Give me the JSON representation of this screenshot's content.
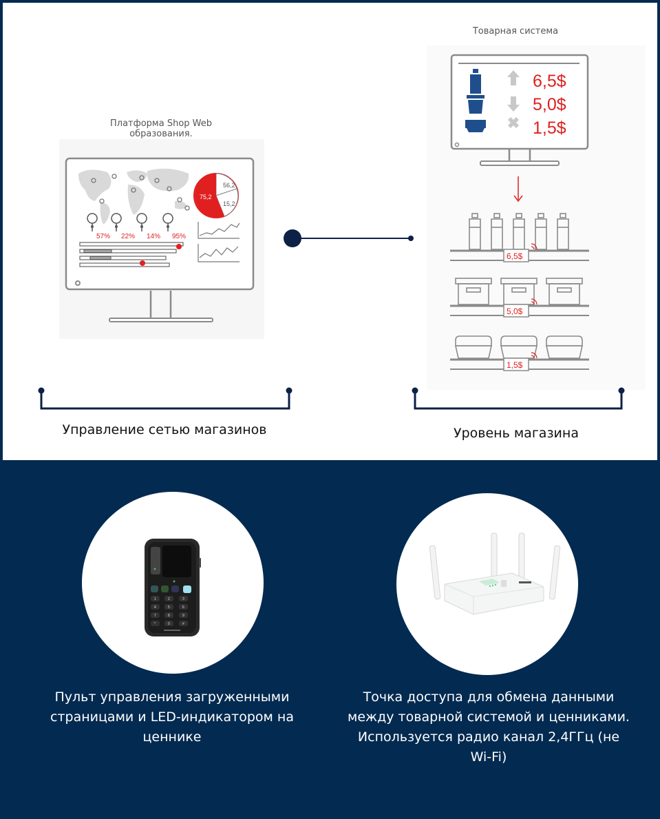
{
  "network": {
    "platform_caption_line1": "Платформа Shop Web",
    "platform_caption_line2": "образования.",
    "dashboard": {
      "donut_values": [
        "56,2",
        "75,2",
        "15,2"
      ],
      "pins": [
        "57%",
        "22%",
        "14%",
        "95%"
      ]
    },
    "label": "Управление сетью магазинов"
  },
  "store": {
    "system_caption": "Товарная система",
    "prices": [
      "6,5$",
      "5,0$",
      "1,5$"
    ],
    "shelf_tags": [
      "6,5$",
      "5,0$",
      "1,5$"
    ],
    "label": "Уровень магазина"
  },
  "devices": {
    "remote": {
      "description_line1": "Пульт управления загруженными",
      "description_line2": "страницами и LED-индикатором на",
      "description_line3": "ценнике",
      "keypad_keys": [
        "1",
        "2",
        "3",
        "4",
        "5",
        "6",
        "7",
        "8",
        "9",
        "*",
        "0",
        "#"
      ]
    },
    "access_point": {
      "description_line1": "Точка доступа для обмена данными",
      "description_line2": "между товарной системой и ценниками.",
      "description_line3": "Используется радио канал 2,4ГГц  (не",
      "description_line4": "Wi-Fi)"
    }
  },
  "colors": {
    "navy": "#032a50",
    "accent_red": "#e02020",
    "icon_blue": "#1f4e8c",
    "line_gray": "#8a8a8a"
  }
}
